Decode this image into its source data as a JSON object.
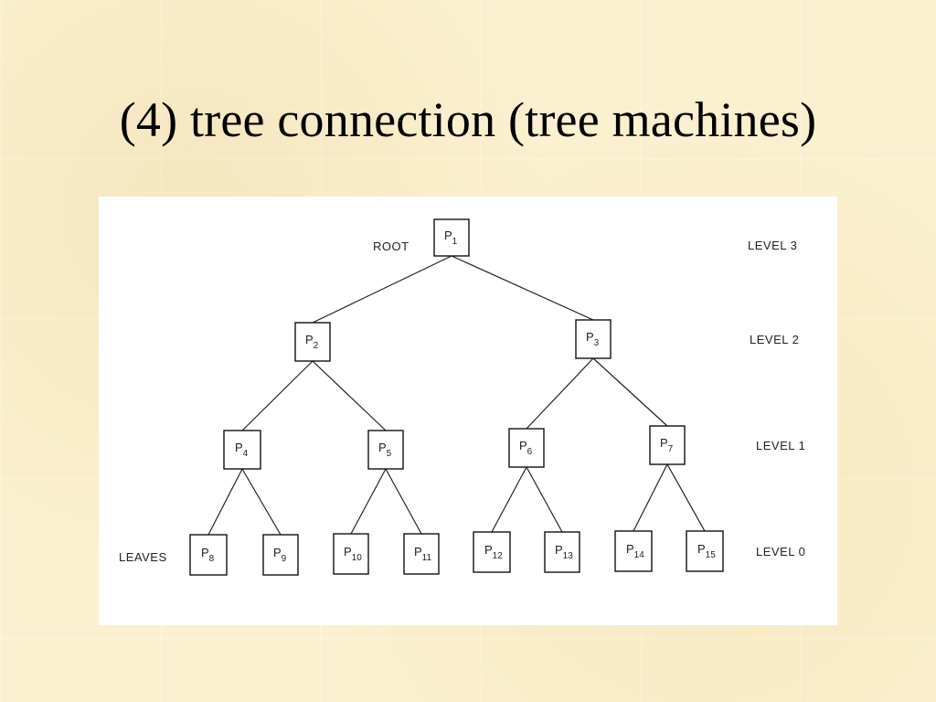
{
  "slide": {
    "title": "(4) tree connection (tree machines)"
  },
  "diagram": {
    "root_label": "ROOT",
    "leaves_label": "LEAVES",
    "levels": [
      {
        "id": "level3",
        "label": "LEVEL  3"
      },
      {
        "id": "level2",
        "label": "LEVEL  2"
      },
      {
        "id": "level1",
        "label": "LEVEL  1"
      },
      {
        "id": "level0",
        "label": "LEVEL  0"
      }
    ],
    "nodes": [
      {
        "id": "p1",
        "letter": "P",
        "sub": "1"
      },
      {
        "id": "p2",
        "letter": "P",
        "sub": "2"
      },
      {
        "id": "p3",
        "letter": "P",
        "sub": "3"
      },
      {
        "id": "p4",
        "letter": "P",
        "sub": "4"
      },
      {
        "id": "p5",
        "letter": "P",
        "sub": "5"
      },
      {
        "id": "p6",
        "letter": "P",
        "sub": "6"
      },
      {
        "id": "p7",
        "letter": "P",
        "sub": "7"
      },
      {
        "id": "p8",
        "letter": "P",
        "sub": "8"
      },
      {
        "id": "p9",
        "letter": "P",
        "sub": "9"
      },
      {
        "id": "p10",
        "letter": "P",
        "sub": "10"
      },
      {
        "id": "p11",
        "letter": "P",
        "sub": "11"
      },
      {
        "id": "p12",
        "letter": "P",
        "sub": "12"
      },
      {
        "id": "p13",
        "letter": "P",
        "sub": "13"
      },
      {
        "id": "p14",
        "letter": "P",
        "sub": "14"
      },
      {
        "id": "p15",
        "letter": "P",
        "sub": "15"
      }
    ],
    "edges": [
      [
        "p1",
        "p2"
      ],
      [
        "p1",
        "p3"
      ],
      [
        "p2",
        "p4"
      ],
      [
        "p2",
        "p5"
      ],
      [
        "p3",
        "p6"
      ],
      [
        "p3",
        "p7"
      ],
      [
        "p4",
        "p8"
      ],
      [
        "p4",
        "p9"
      ],
      [
        "p5",
        "p10"
      ],
      [
        "p5",
        "p11"
      ],
      [
        "p6",
        "p12"
      ],
      [
        "p6",
        "p13"
      ],
      [
        "p7",
        "p14"
      ],
      [
        "p7",
        "p15"
      ]
    ],
    "colors": {
      "background": "#fbf0cf",
      "panel": "#ffffff",
      "ink": "#111111"
    }
  }
}
